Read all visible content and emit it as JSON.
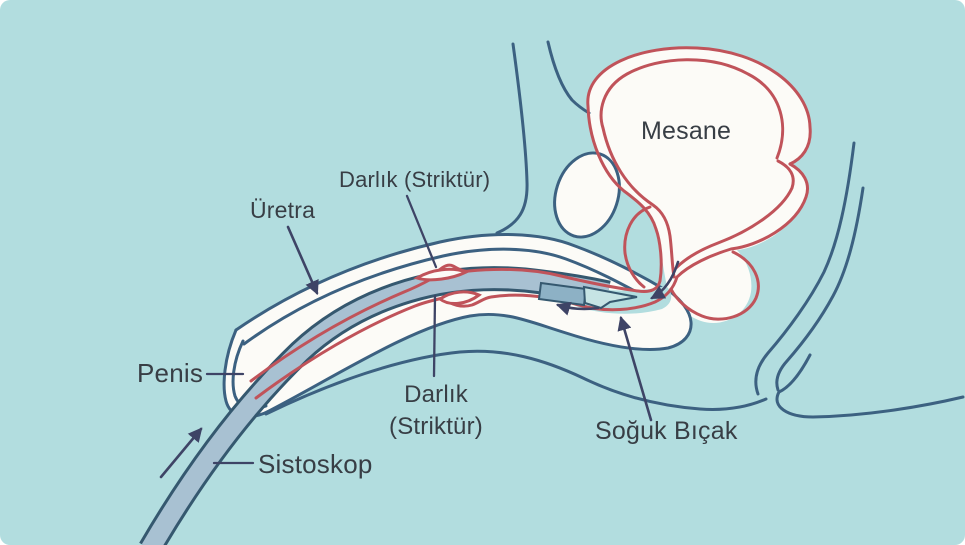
{
  "diagram": {
    "title_context": "Urethral stricture cold-knife urethrotomy illustration (Turkish)",
    "labels": {
      "mesane": "Mesane",
      "uretra": "Üretra",
      "darlik_top": "Darlık (Striktür)",
      "darlik_bottom_line1": "Darlık",
      "darlik_bottom_line2": "(Striktür)",
      "penis": "Penis",
      "sistoskop": "Sistoskop",
      "soguk_bicak": "Soğuk Bıçak"
    },
    "colors": {
      "background": "#b2dddf",
      "tissue_white": "#fcfbf7",
      "urethra_red": "#c0535a",
      "anatomy_blue": "#3c6181",
      "scope_fill": "#a8c1d2",
      "scope_edge": "#35586f",
      "scope_segment": "#8db1c5",
      "knife_fill": "#c6e4e4",
      "arrow_navy": "#3e4466",
      "text": "#383e45"
    }
  }
}
